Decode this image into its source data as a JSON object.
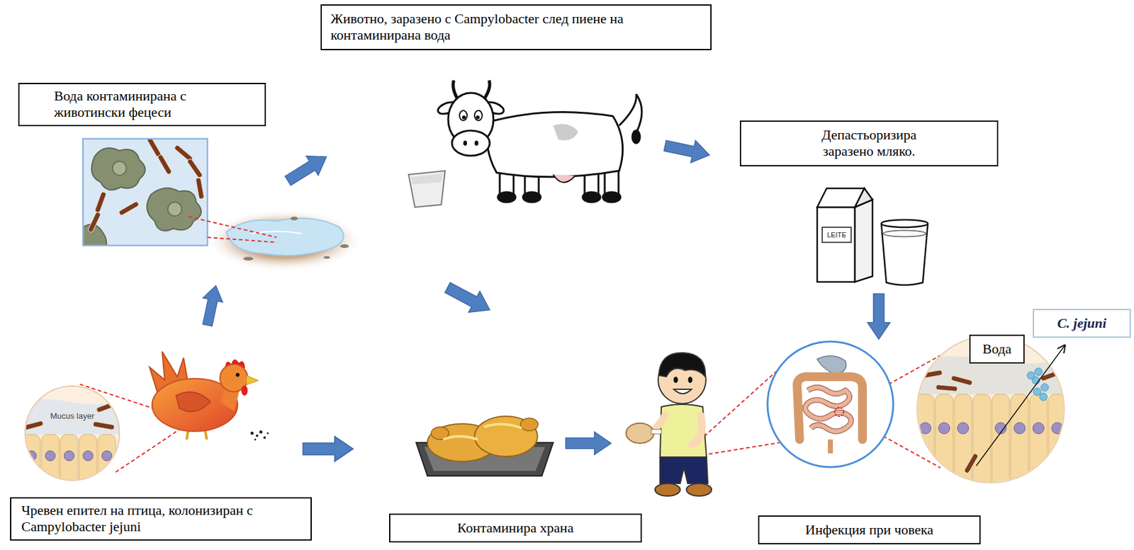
{
  "diagram": {
    "nodes": [
      {
        "text": [
          "Животно, заразено с Campylobacter след пиене на контаминирана вода"
        ]
      },
      {
        "text": [
          "Вода контаминирана с животински фецеси"
        ]
      },
      {
        "text": [
          "Депастьоризира заразено мляко."
        ]
      },
      {
        "text": [
          "C. jejuni"
        ]
      },
      {
        "text": [
          "Вода"
        ]
      },
      {
        "text": [
          "Чревен епител на птица, колонизиран с Campylobacter jejuni"
        ]
      },
      {
        "text": [
          "Контаминира храна"
        ]
      },
      {
        "text": [
          "Инфекция при човека"
        ]
      }
    ],
    "labels": [
      "LEITE",
      "Mucus layer"
    ]
  }
}
